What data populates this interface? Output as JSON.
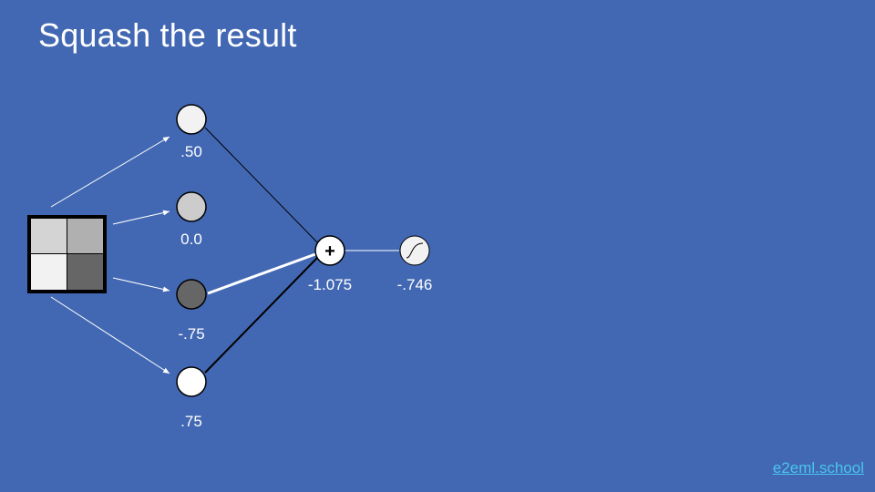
{
  "slide": {
    "title": "Squash the result",
    "footer_link": "e2eml.school"
  },
  "input_image": {
    "pixel_colors": [
      "#d4d4d4",
      "#b0b0b0",
      "#f2f2f2",
      "#666666"
    ]
  },
  "input_nodes": [
    {
      "label": ".50",
      "fill": "#f2f2f2"
    },
    {
      "label": "0.0",
      "fill": "#cccccc"
    },
    {
      "label": "-.75",
      "fill": "#666666"
    },
    {
      "label": ".75",
      "fill": "#ffffff"
    }
  ],
  "sum_node": {
    "symbol": "+",
    "label": "-1.075"
  },
  "squash_node": {
    "icon": "sigmoid-icon",
    "label": "-.746"
  },
  "colors": {
    "background": "#4268b3",
    "link": "#48c6ee"
  }
}
